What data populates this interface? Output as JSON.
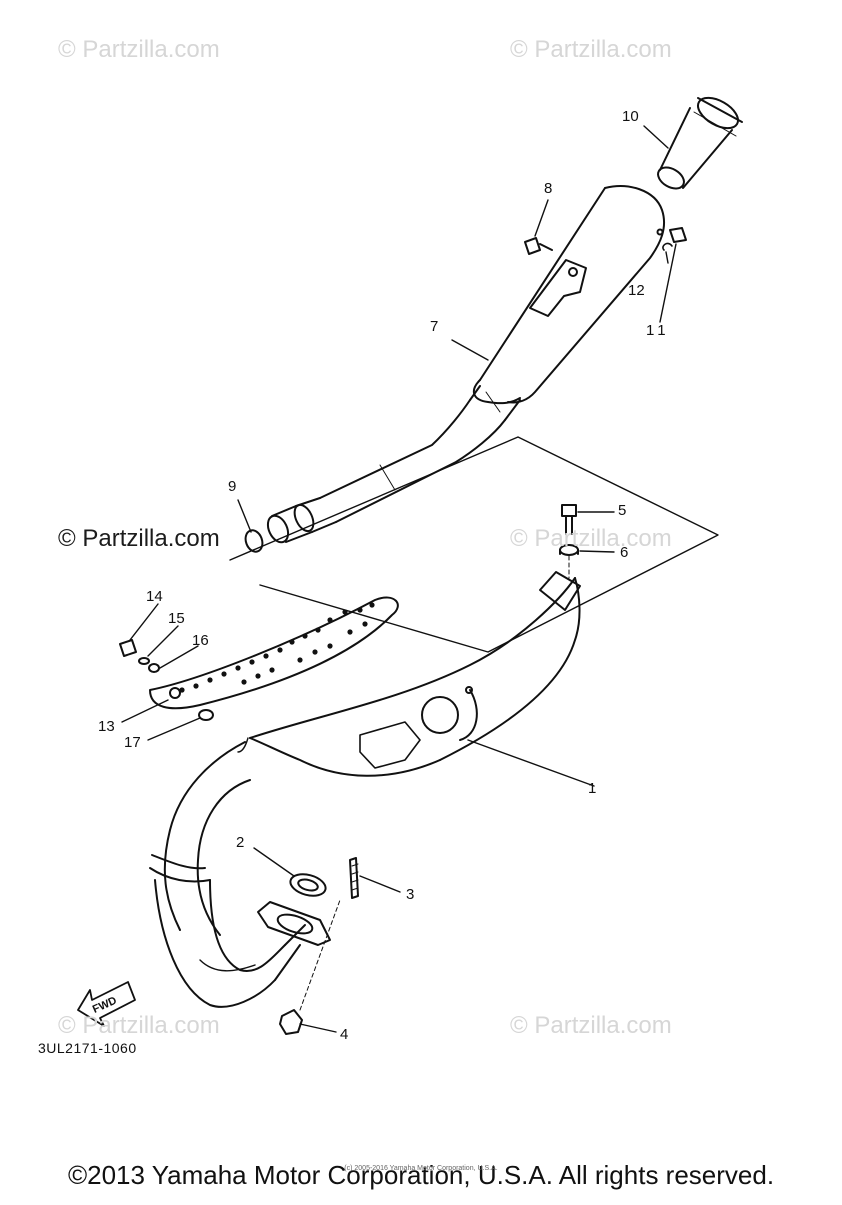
{
  "watermarks": {
    "top_left": "© Partzilla.com",
    "top_right": "© Partzilla.com",
    "middle_left": "© Partzilla.com",
    "middle_right": "© Partzilla.com",
    "bottom_left": "© Partzilla.com",
    "bottom_right": "© Partzilla.com"
  },
  "callouts": [
    "1",
    "2",
    "3",
    "4",
    "5",
    "6",
    "7",
    "8",
    "9",
    "10",
    "11",
    "12",
    "13",
    "14",
    "15",
    "16",
    "17"
  ],
  "fwd_label": "FWD",
  "diagram_code": "3UL2171-1060",
  "copyright": "©2013 Yamaha Motor Corporation, U.S.A. All rights reserved.",
  "small_copyright": "(c) 2005-2016 Yamaha Motor Corporation, U.S.A."
}
